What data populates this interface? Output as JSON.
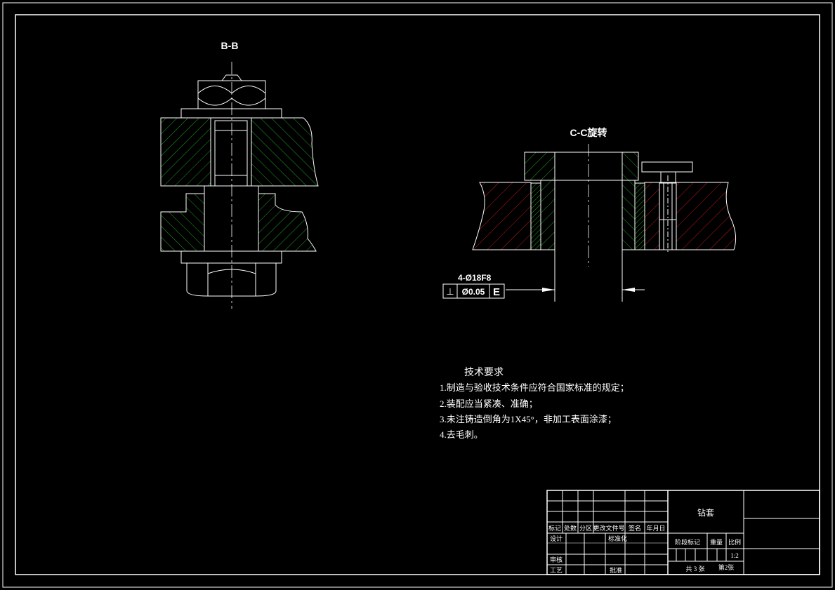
{
  "section_bb": {
    "label": "B-B"
  },
  "section_cc": {
    "label": "C-C旋转"
  },
  "tolerance": {
    "dimension": "4-Ø18F8",
    "symbol": "⊥",
    "value": "Ø0.05",
    "datum": "E"
  },
  "tech_requirements": {
    "title": "技术要求",
    "items": [
      "1.制造与验收技术条件应符合国家标准的规定；",
      "2.装配应当紧凑、准确；",
      "3.未注铸造倒角为1X45°，非加工表面涂漆；",
      "4.去毛刺。"
    ]
  },
  "title_block": {
    "part_name": "钻套",
    "headers": [
      "标记",
      "处数",
      "分区",
      "更改文件号",
      "签名",
      "年月日"
    ],
    "design": "设计",
    "standardization": "标准化",
    "review": "审核",
    "process": "工艺",
    "approve": "批准",
    "stage_mark": "阶段标记",
    "weight": "重量",
    "scale_label": "比例",
    "scale": "1:2",
    "total_sheets": "共 3 张",
    "sheet_no": "第2张"
  },
  "colors": {
    "background": "#000000",
    "line": "#ffffff",
    "hatch_green": "#1fa31f",
    "hatch_red": "#c01818"
  }
}
